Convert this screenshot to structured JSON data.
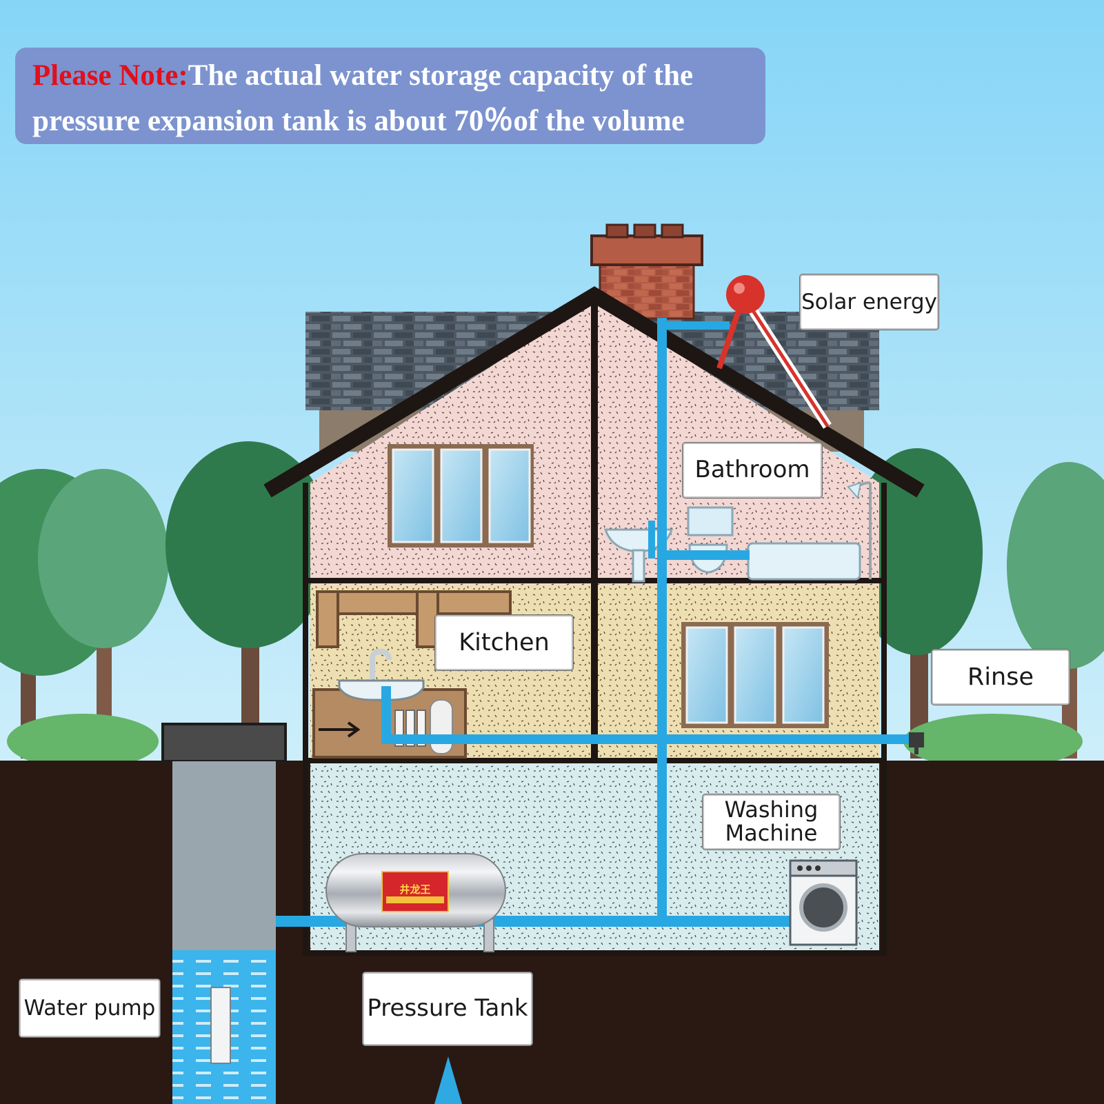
{
  "note": {
    "prefix": "Please Note:",
    "line1": "The actual water storage capacity of the",
    "line2": "pressure expansion tank is about 70％of the volume"
  },
  "labels": {
    "solar_energy": "Solar energy",
    "bathroom": "Bathroom",
    "kitchen": "Kitchen",
    "rinse": "Rinse",
    "washing_machine_line1": "Washing",
    "washing_machine_line2": "Machine",
    "water_pump": "Water pump",
    "pressure_tank": "Pressure Tank"
  },
  "tank_sticker": {
    "brand": "井龙王"
  },
  "colors": {
    "sky": "#8fd9f7",
    "ground": "#2a1912",
    "pipe": "#27a8e3",
    "wall_pink": "#f1d6d3",
    "wall_tan": "#eedfb4",
    "wall_blue": "#d7ecee",
    "roof": "#4b5660",
    "chimney": "#a85541",
    "note_bg": "#7c93cf",
    "note_red": "#e30f1c"
  }
}
